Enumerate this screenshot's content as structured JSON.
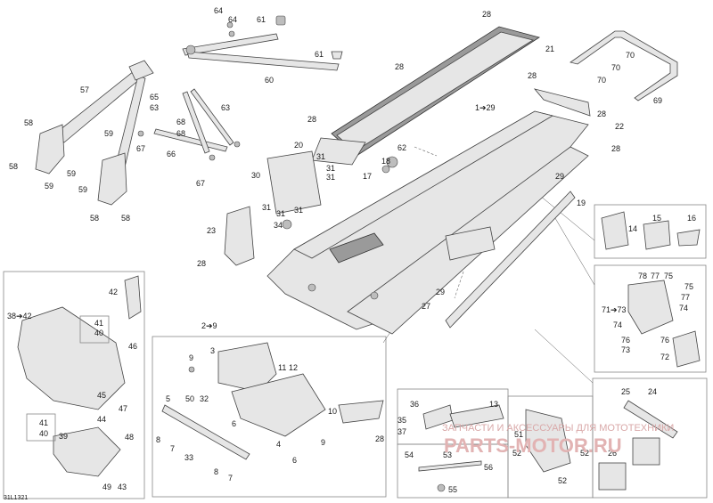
{
  "diagram_id": "31L1321",
  "watermark": {
    "tagline": "ЗАПЧАСТИ И АКСЕССУАРЫ ДЛЯ МОТОТЕХНИКИ",
    "brand": "PARTS-MOTOR.RU"
  },
  "callouts": [
    {
      "text": "64"
    },
    {
      "text": "64"
    },
    {
      "text": "61"
    },
    {
      "text": "61"
    },
    {
      "text": "60"
    },
    {
      "text": "57"
    },
    {
      "text": "65"
    },
    {
      "text": "63"
    },
    {
      "text": "63"
    },
    {
      "text": "68"
    },
    {
      "text": "68"
    },
    {
      "text": "67"
    },
    {
      "text": "66"
    },
    {
      "text": "67"
    },
    {
      "text": "58"
    },
    {
      "text": "58"
    },
    {
      "text": "59"
    },
    {
      "text": "59"
    },
    {
      "text": "59"
    },
    {
      "text": "59"
    },
    {
      "text": "58"
    },
    {
      "text": "58"
    },
    {
      "text": "28"
    },
    {
      "text": "21"
    },
    {
      "text": "28"
    },
    {
      "text": "28"
    },
    {
      "text": "28"
    },
    {
      "text": "70"
    },
    {
      "text": "70"
    },
    {
      "text": "70"
    },
    {
      "text": "69"
    },
    {
      "text": "28"
    },
    {
      "text": "1➔29"
    },
    {
      "text": "22"
    },
    {
      "text": "28"
    },
    {
      "text": "20"
    },
    {
      "text": "31"
    },
    {
      "text": "30"
    },
    {
      "text": "31"
    },
    {
      "text": "31"
    },
    {
      "text": "62"
    },
    {
      "text": "18"
    },
    {
      "text": "17"
    },
    {
      "text": "31"
    },
    {
      "text": "31"
    },
    {
      "text": "31"
    },
    {
      "text": "34"
    },
    {
      "text": "23"
    },
    {
      "text": "28"
    },
    {
      "text": "29"
    },
    {
      "text": "19"
    },
    {
      "text": "14"
    },
    {
      "text": "15"
    },
    {
      "text": "16"
    },
    {
      "text": "78"
    },
    {
      "text": "77"
    },
    {
      "text": "75"
    },
    {
      "text": "75"
    },
    {
      "text": "77"
    },
    {
      "text": "74"
    },
    {
      "text": "71➔73"
    },
    {
      "text": "74"
    },
    {
      "text": "76"
    },
    {
      "text": "76"
    },
    {
      "text": "73"
    },
    {
      "text": "72"
    },
    {
      "text": "29"
    },
    {
      "text": "27"
    },
    {
      "text": "42"
    },
    {
      "text": "38➔42"
    },
    {
      "text": "41"
    },
    {
      "text": "40"
    },
    {
      "text": "46"
    },
    {
      "text": "45"
    },
    {
      "text": "47"
    },
    {
      "text": "44"
    },
    {
      "text": "41"
    },
    {
      "text": "40"
    },
    {
      "text": "39"
    },
    {
      "text": "48"
    },
    {
      "text": "49"
    },
    {
      "text": "43"
    },
    {
      "text": "2➔9"
    },
    {
      "text": "3"
    },
    {
      "text": "9"
    },
    {
      "text": "11"
    },
    {
      "text": "12"
    },
    {
      "text": "5"
    },
    {
      "text": "50"
    },
    {
      "text": "32"
    },
    {
      "text": "6"
    },
    {
      "text": "10"
    },
    {
      "text": "8"
    },
    {
      "text": "7"
    },
    {
      "text": "4"
    },
    {
      "text": "9"
    },
    {
      "text": "6"
    },
    {
      "text": "28"
    },
    {
      "text": "33"
    },
    {
      "text": "8"
    },
    {
      "text": "7"
    },
    {
      "text": "36"
    },
    {
      "text": "13"
    },
    {
      "text": "35"
    },
    {
      "text": "37"
    },
    {
      "text": "54"
    },
    {
      "text": "53"
    },
    {
      "text": "56"
    },
    {
      "text": "55"
    },
    {
      "text": "51"
    },
    {
      "text": "52"
    },
    {
      "text": "52"
    },
    {
      "text": "52"
    },
    {
      "text": "25"
    },
    {
      "text": "24"
    },
    {
      "text": "26"
    }
  ]
}
